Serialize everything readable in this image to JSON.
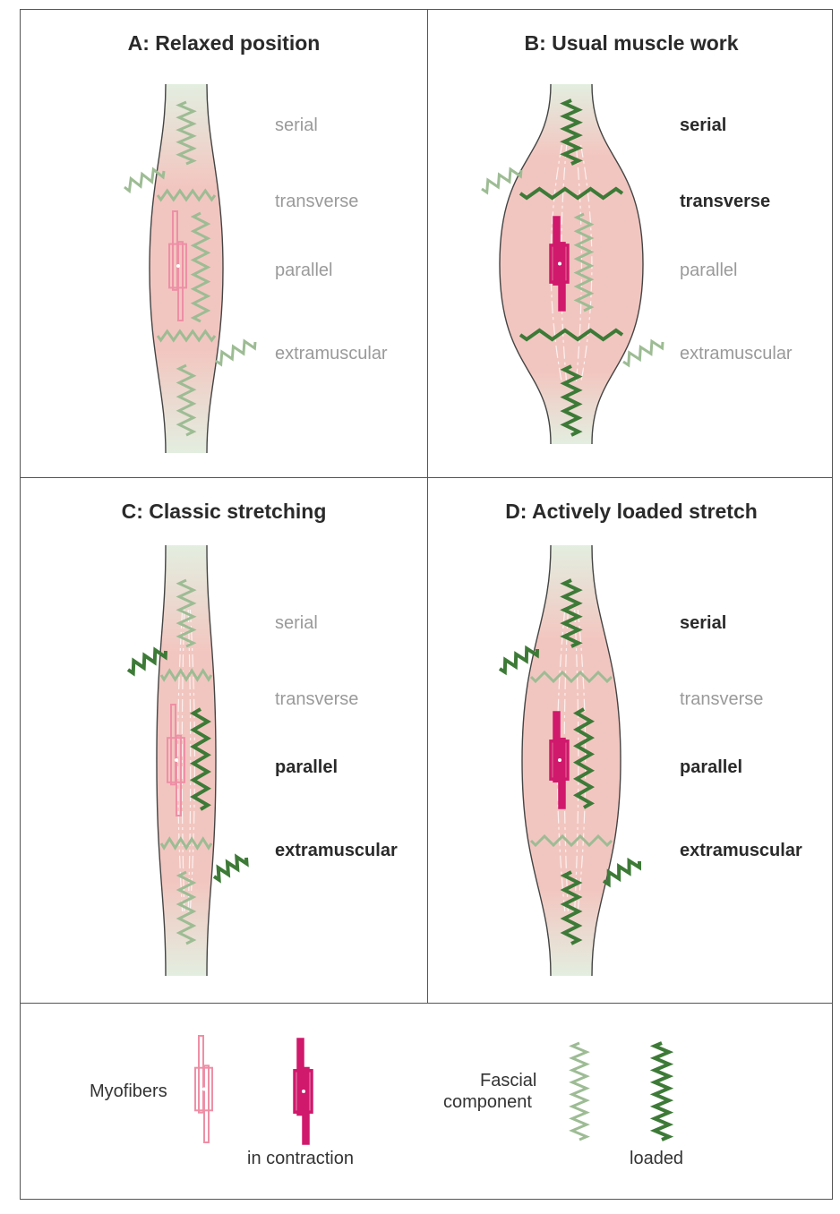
{
  "panels": [
    {
      "title": "A: Relaxed position",
      "labels": [
        {
          "text": "serial",
          "emphasized": false
        },
        {
          "text": "transverse",
          "emphasized": false
        },
        {
          "text": "parallel",
          "emphasized": false
        },
        {
          "text": "extramuscular",
          "emphasized": false
        }
      ]
    },
    {
      "title": "B: Usual muscle work",
      "labels": [
        {
          "text": "serial",
          "emphasized": true
        },
        {
          "text": "transverse",
          "emphasized": true
        },
        {
          "text": "parallel",
          "emphasized": false
        },
        {
          "text": "extramuscular",
          "emphasized": false
        }
      ]
    },
    {
      "title": "C: Classic stretching",
      "labels": [
        {
          "text": "serial",
          "emphasized": false
        },
        {
          "text": "transverse",
          "emphasized": false
        },
        {
          "text": "parallel",
          "emphasized": true
        },
        {
          "text": "extramuscular",
          "emphasized": true
        }
      ]
    },
    {
      "title": "D: Actively loaded stretch",
      "labels": [
        {
          "text": "serial",
          "emphasized": true
        },
        {
          "text": "transverse",
          "emphasized": false
        },
        {
          "text": "parallel",
          "emphasized": true
        },
        {
          "text": "extramuscular",
          "emphasized": true
        }
      ]
    }
  ],
  "legend": {
    "myofibers": "Myofibers",
    "in_contraction": "in contraction",
    "fascial_line1": "Fascial",
    "fascial_line2": "component",
    "loaded": "loaded"
  },
  "colors": {
    "spring_light": "#9dbc94",
    "spring_loaded": "#3d7a37",
    "fiber_light": "#ee8fa6",
    "fiber_contracted": "#d0186c",
    "muscle_fill": "#f2c6c0",
    "tendon_fill": "#e3eee0",
    "outline": "#444444"
  }
}
